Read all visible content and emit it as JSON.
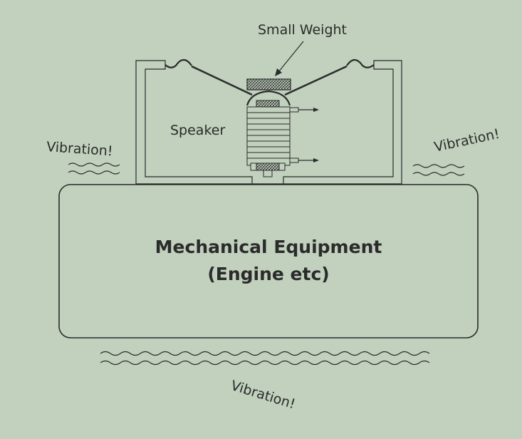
{
  "labels": {
    "small_weight": "Small Weight",
    "speaker": "Speaker",
    "vibration_left": "Vibration!",
    "vibration_right": "Vibration!",
    "vibration_bottom": "Vibration!"
  },
  "equipment": {
    "line1": "Mechanical Equipment",
    "line2": "(Engine etc)"
  },
  "colors": {
    "background": "#c1d1be",
    "stroke": "#2b2b2b"
  }
}
